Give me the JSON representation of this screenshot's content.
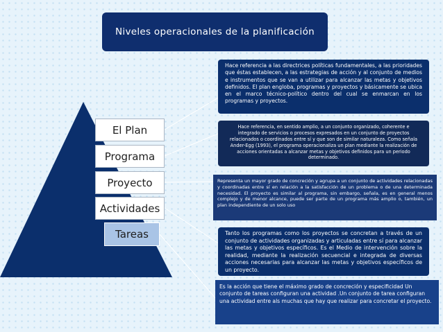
{
  "title": "Niveles operacionales de la planificación",
  "levels": [
    "El Plan",
    "Programa",
    "Proyecto",
    "Actividades",
    "Tareas"
  ],
  "descriptions": [
    "Hace referencia a las directrices políticas fundamentales, a las prioridades que éstas establecen, a las estrategias de acción y al conjunto de medios e instrumentos que se van a utilizar para alcanzar las metas y objetivos definidos. El plan engloba, programas y proyectos y básicamente se ubica en el marco técnico-político dentro del cual se enmarcan en los programas y proyectos.",
    "Hace referencia, en sentido amplio, a un conjunto organizado, coherente e integrado de servicios o procesos expresados en un conjunto de proyectos relacionados o coordinados entre sí y que son de similar naturaleza. Como señala Ander-Egg (1993), el programa operacionaliza un plan mediante la realización de acciones orientadas a alcanzar metas y objetivos definidos para un periodo determinado.",
    "Representa un mayor grado de concreción y agrupa a un conjunto de actividades relacionadas y coordinadas entre sí en relación a la satisfacción de un problema o de una determinada necesidad. El proyecto es similar al programa, sin embargo, señala, es en general menos complejo y de menor alcance, puede ser parte de un programa más amplio o, también, un plan independiente de un solo uso",
    "Tanto los programas como los proyectos se concretan a través de un conjunto de actividades organizadas y articuladas entre sí para alcanzar las metas y objetivos específicos. Es el Medio de intervención sobre la realidad, mediante la realización secuencial e integrada de diversas acciones necesarias para alcanzar las metas y objetivos específicos de un proyecto.",
    "Es la acción que tiene el máximo grado de concreción y especificidad Un conjunto de tareas configuran una actividad .Un conjunto de tarea configuran una actividad entre als muchas que hay que realizar para concretar el proyecto."
  ],
  "colors": {
    "background": "#e7f3fb",
    "title_box": "#0f2e6e",
    "pyramid": "#0b2f6c",
    "connector": "#ffffff"
  }
}
